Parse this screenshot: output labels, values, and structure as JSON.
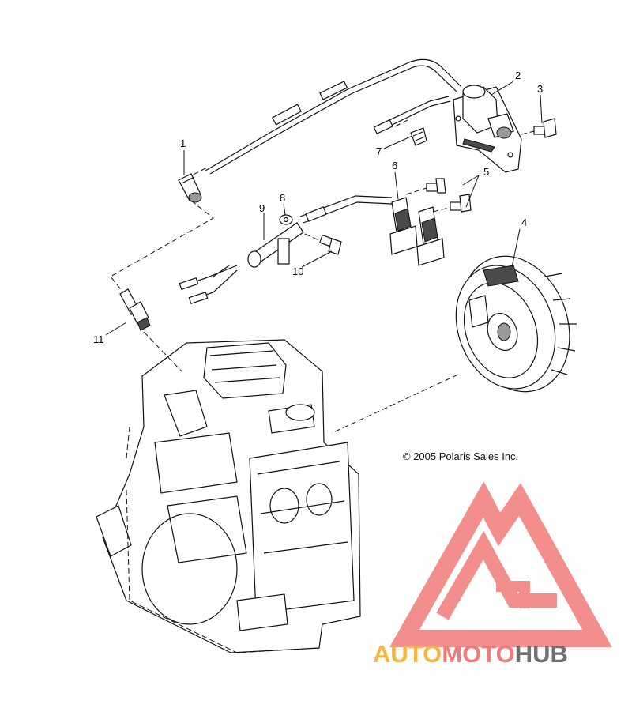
{
  "diagram": {
    "callouts": [
      "1",
      "2",
      "3",
      "4",
      "5",
      "6",
      "7",
      "8",
      "9",
      "10",
      "11"
    ],
    "copyright": "© 2005 Polaris Sales Inc."
  },
  "watermark": {
    "word_part1": "AUTO",
    "word_part2": "MOTO",
    "word_part3": "HUB",
    "color_primary": "#f07b78",
    "color_secondary": "#f6b440",
    "color_dark": "#6f6f6f"
  }
}
